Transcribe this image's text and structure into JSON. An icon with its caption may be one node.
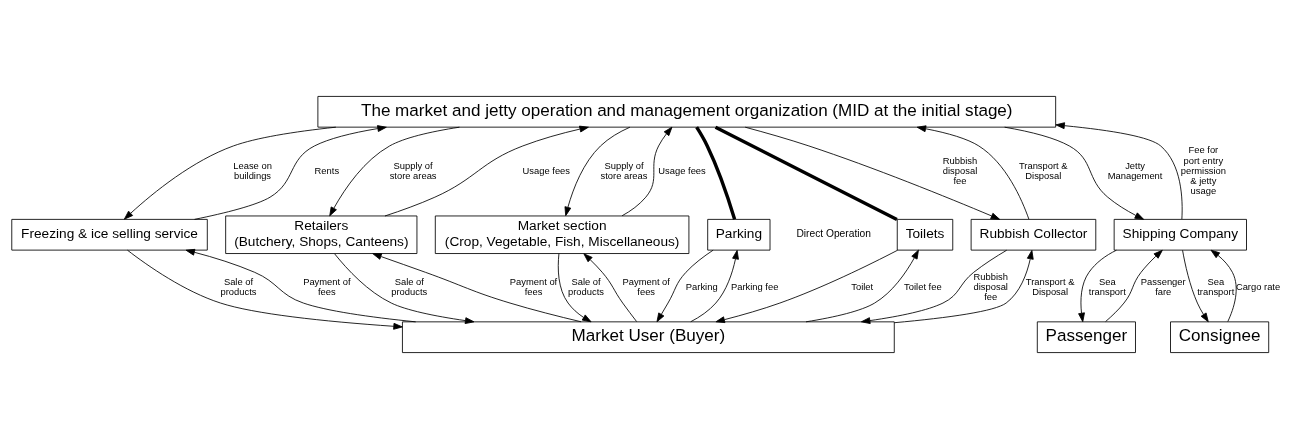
{
  "diagram": {
    "nodes": [
      {
        "text": [
          "The market and jetty operation and management organization (MID at the initial stage)"
        ]
      },
      {
        "text": [
          "Freezing & ice selling service"
        ]
      },
      {
        "text": [
          "Retailers",
          "(Butchery, Shops, Canteens)"
        ]
      },
      {
        "text": [
          "Market section",
          "(Crop, Vegetable, Fish, Miscellaneous)"
        ]
      },
      {
        "text": [
          "Parking"
        ]
      },
      {
        "text": [
          "Toilets"
        ]
      },
      {
        "text": [
          "Rubbish Collector"
        ]
      },
      {
        "text": [
          "Shipping Company"
        ]
      },
      {
        "text": [
          "Market User (Buyer)"
        ]
      },
      {
        "text": [
          "Passenger"
        ]
      },
      {
        "text": [
          "Consignee"
        ]
      }
    ],
    "edges": [
      {
        "from": 0,
        "to": 1,
        "arrow": "to",
        "label": "Lease on buildings"
      },
      {
        "from": 1,
        "to": 0,
        "arrow": "to",
        "label": "Rents"
      },
      {
        "from": 0,
        "to": 2,
        "arrow": "to",
        "label": "Supply of store areas"
      },
      {
        "from": 2,
        "to": 0,
        "arrow": "to",
        "label": "Usage fees"
      },
      {
        "from": 0,
        "to": 3,
        "arrow": "to",
        "label": "Supply of store areas"
      },
      {
        "from": 3,
        "to": 0,
        "arrow": "to",
        "label": "Usage fees"
      },
      {
        "from": 0,
        "to": 4,
        "arrow": "none",
        "style": "thick"
      },
      {
        "from": 0,
        "to": 5,
        "arrow": "none",
        "style": "thick"
      },
      {
        "from": 0,
        "to": 6,
        "arrow": "to",
        "label": "Rubbish disposal fee"
      },
      {
        "from": 6,
        "to": 0,
        "arrow": "to",
        "label": "Transport & Disposal"
      },
      {
        "from": 0,
        "to": 7,
        "arrow": "to",
        "label": "Jetty Management"
      },
      {
        "from": 7,
        "to": 0,
        "arrow": "to",
        "label": "Fee for port entry permission & jetty usage"
      },
      {
        "from": 1,
        "to": 8,
        "arrow": "to",
        "label": "Sale of products"
      },
      {
        "from": 8,
        "to": 1,
        "arrow": "to",
        "label": "Payment of fees"
      },
      {
        "from": 2,
        "to": 8,
        "arrow": "to",
        "label": "Sale of products"
      },
      {
        "from": 8,
        "to": 2,
        "arrow": "to",
        "label": "Payment of fees"
      },
      {
        "from": 3,
        "to": 8,
        "arrow": "to",
        "label": "Sale of products"
      },
      {
        "from": 8,
        "to": 3,
        "arrow": "to",
        "label": "Payment of fees"
      },
      {
        "from": 4,
        "to": 8,
        "arrow": "to",
        "label": "Parking"
      },
      {
        "from": 8,
        "to": 4,
        "arrow": "to",
        "label": "Parking fee"
      },
      {
        "from": 5,
        "to": 8,
        "arrow": "to",
        "label": "Toilet"
      },
      {
        "from": 8,
        "to": 5,
        "arrow": "to",
        "label": "Toilet fee"
      },
      {
        "from": 6,
        "to": 8,
        "arrow": "to",
        "label": "Rubbish disposal fee"
      },
      {
        "from": 8,
        "to": 6,
        "arrow": "to",
        "label": "Transport & Disposal"
      },
      {
        "from": 7,
        "to": 9,
        "arrow": "to",
        "label": "Sea transport"
      },
      {
        "from": 9,
        "to": 7,
        "arrow": "to",
        "label": "Passenger fare"
      },
      {
        "from": 7,
        "to": 10,
        "arrow": "to",
        "label": "Sea transport"
      },
      {
        "from": 10,
        "to": 7,
        "arrow": "to",
        "label": "Cargo rate"
      }
    ],
    "labels": [
      "Direct Operation"
    ]
  }
}
